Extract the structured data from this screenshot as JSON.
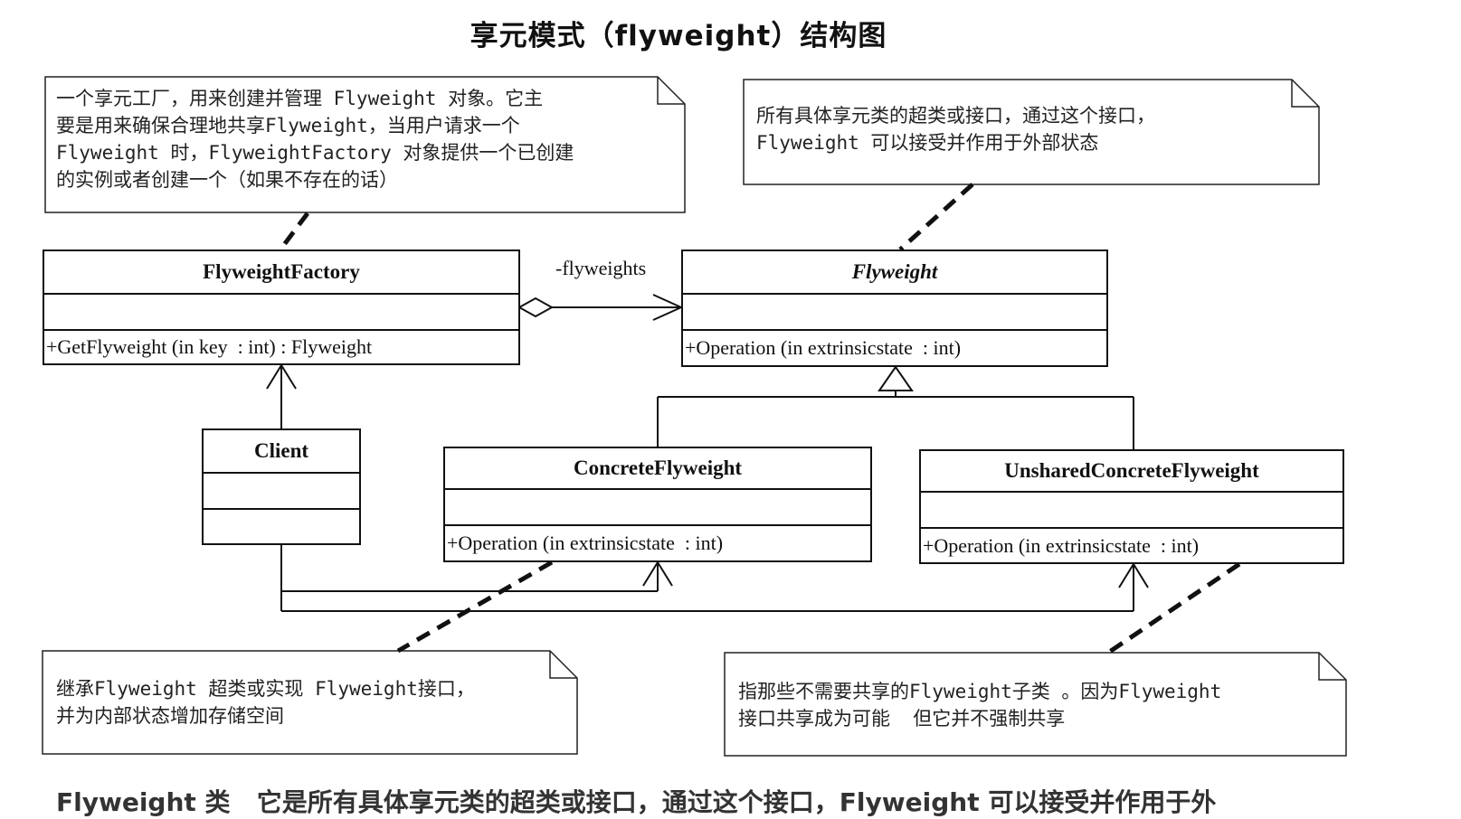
{
  "title": "享元模式（flyweight）结构图",
  "notes": {
    "factory_note": "一个享元工厂，用来创建并管理 Flyweight 对象。它主\n要是用来确保合理地共享Flyweight，当用户请求一个\nFlyweight 时，FlyweightFactory 对象提供一个已创建\n的实例或者创建一个（如果不存在的话）",
    "flyweight_note": "所有具体享元类的超类或接口，通过这个接口，\nFlyweight 可以接受并作用于外部状态",
    "concrete_note": "继承Flyweight 超类或实现 Flyweight接口，\n并为内部状态增加存储空间",
    "unshared_note": "指那些不需要共享的Flyweight子类 。因为Flyweight\n接口共享成为可能  但它并不强制共享"
  },
  "classes": {
    "factory": {
      "name": "FlyweightFactory",
      "operation": "+GetFlyweight (in key  : int) : Flyweight"
    },
    "flyweight": {
      "name": "Flyweight",
      "operation": "+Operation (in extrinsicstate  : int)"
    },
    "client": {
      "name": "Client"
    },
    "concrete": {
      "name": "ConcreteFlyweight",
      "operation": "+Operation (in extrinsicstate  : int)"
    },
    "unshared": {
      "name": "UnsharedConcreteFlyweight",
      "operation": "+Operation (in extrinsicstate  : int)"
    }
  },
  "association_label": "-flyweights",
  "footer_text": "Flyweight 类   它是所有具体享元类的超类或接口，通过这个接口，Flyweight 可以接受并作用于外"
}
